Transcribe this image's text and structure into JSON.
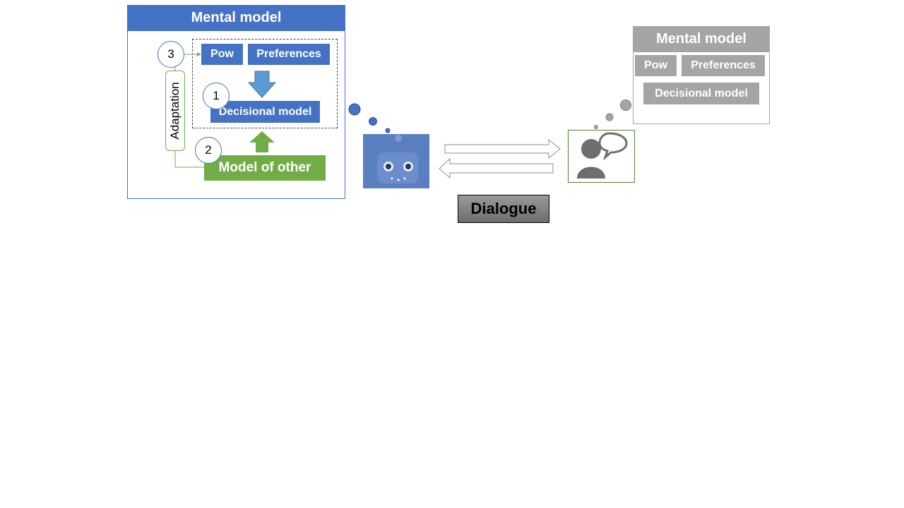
{
  "agent_model": {
    "title": "Mental model",
    "pow_label": "Pow",
    "preferences_label": "Preferences",
    "decisional_label": "Decisional model",
    "other_label": "Model of other",
    "adaptation_label": "Adaptation",
    "steps": [
      "1",
      "2",
      "3"
    ]
  },
  "user_model": {
    "title": "Mental model",
    "pow_label": "Pow",
    "preferences_label": "Preferences",
    "decisional_label": "Decisional model"
  },
  "dialogue_label": "Dialogue",
  "colors": {
    "agent_blue": "#4472c4",
    "green": "#70ad47",
    "grey": "#a5a5a5",
    "arrow_blue": "#5b9bd5"
  }
}
